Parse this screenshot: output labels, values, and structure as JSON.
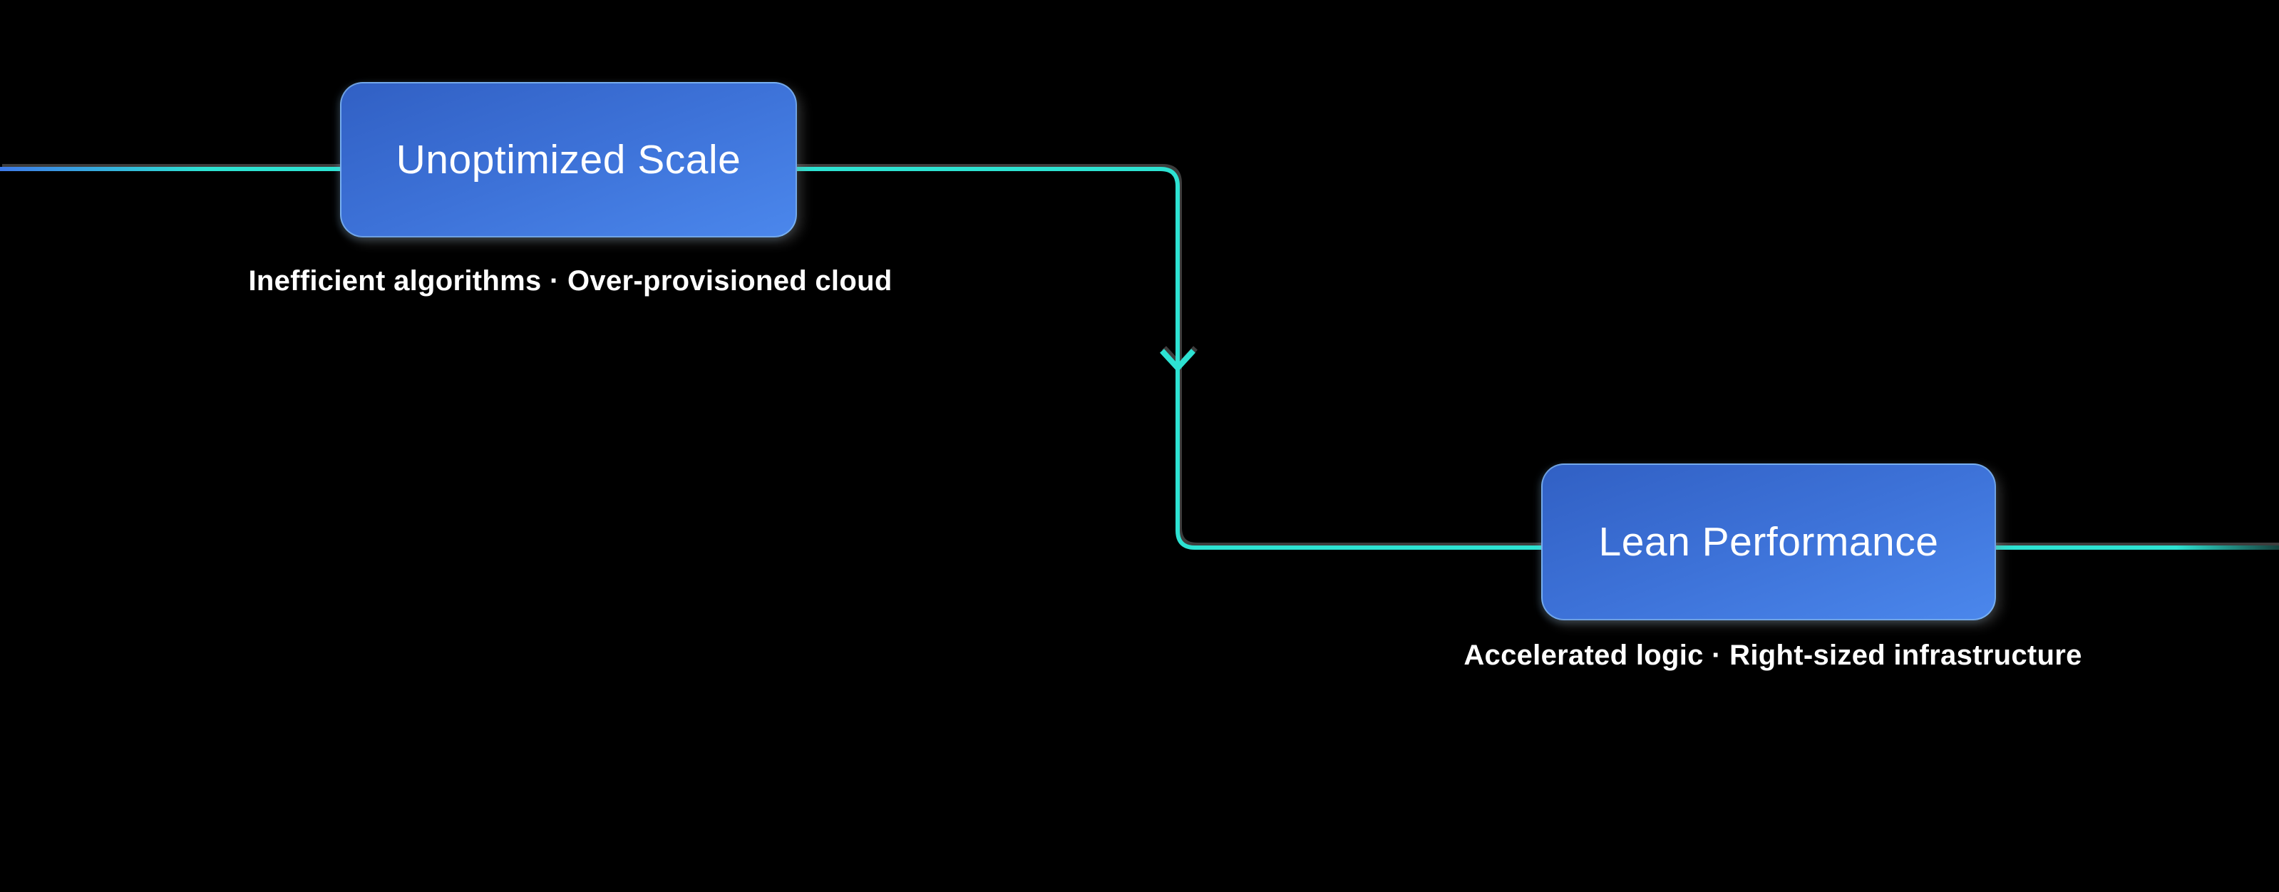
{
  "diagram": {
    "background_color": "#000000",
    "nodes": [
      {
        "id": "unoptimized-scale",
        "label": "Unoptimized Scale",
        "subtitle": "Inefficient algorithms · Over-provisioned cloud"
      },
      {
        "id": "lean-performance",
        "label": "Lean Performance",
        "subtitle": "Accelerated logic · Right-sized infrastructure"
      }
    ],
    "edge": {
      "type": "elbow",
      "direction": "left-to-right with downward step",
      "arrowhead": "chevron-down at vertical midpoint"
    },
    "colors": {
      "edge_teal": "#2de2d2",
      "edge_start_blue": "#3f7ae8",
      "edge_fade_end": "#16413d",
      "edge_shadow_gray": "#878787",
      "node_gradient_top": "#3160c4",
      "node_gradient_bottom": "#4b87ec",
      "node_border_highlight": "#a0d6f8",
      "text": "#ffffff"
    }
  }
}
